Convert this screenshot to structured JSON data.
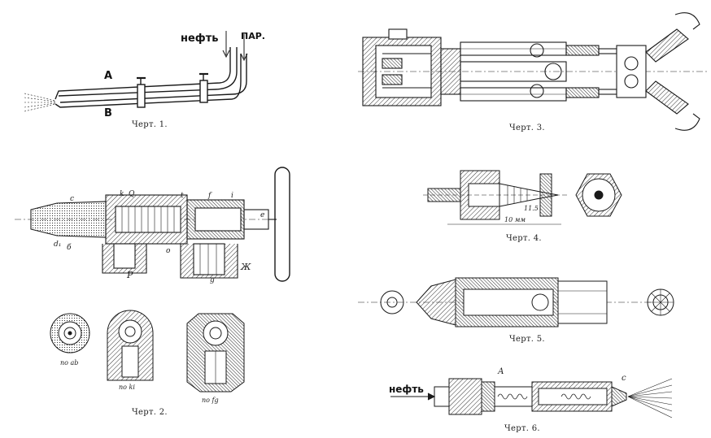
{
  "figures": {
    "fig1": {
      "caption": "Черт. 1.",
      "labels": {
        "oil": "нефть",
        "steam": "ПАР.",
        "pipe_a": "А",
        "pipe_b": "В"
      }
    },
    "fig2": {
      "caption": "Черт. 2.",
      "section_labels": {
        "ab": "по ab",
        "ki": "по ki",
        "fg": "по fg"
      },
      "marks": {
        "p": "P",
        "zh": "Ж",
        "e": "e",
        "d1": "d₁",
        "b": "б",
        "q": "Q",
        "k": "k",
        "f": "f",
        "i": "i",
        "o": "o",
        "g": "g",
        "t": "t",
        "s": "c"
      }
    },
    "fig3": {
      "caption": "Черт. 3."
    },
    "fig4": {
      "caption": "Черт. 4.",
      "dims": {
        "length": "10 мм",
        "tail": "11.5"
      }
    },
    "fig5": {
      "caption": "Черт. 5."
    },
    "fig6": {
      "caption": "Черт. 6.",
      "labels": {
        "oil": "нефть",
        "a": "А",
        "c": "c"
      }
    }
  },
  "colors": {
    "ink": "#1a1a1a",
    "hatch": "#444444",
    "paper": "#ffffff"
  }
}
